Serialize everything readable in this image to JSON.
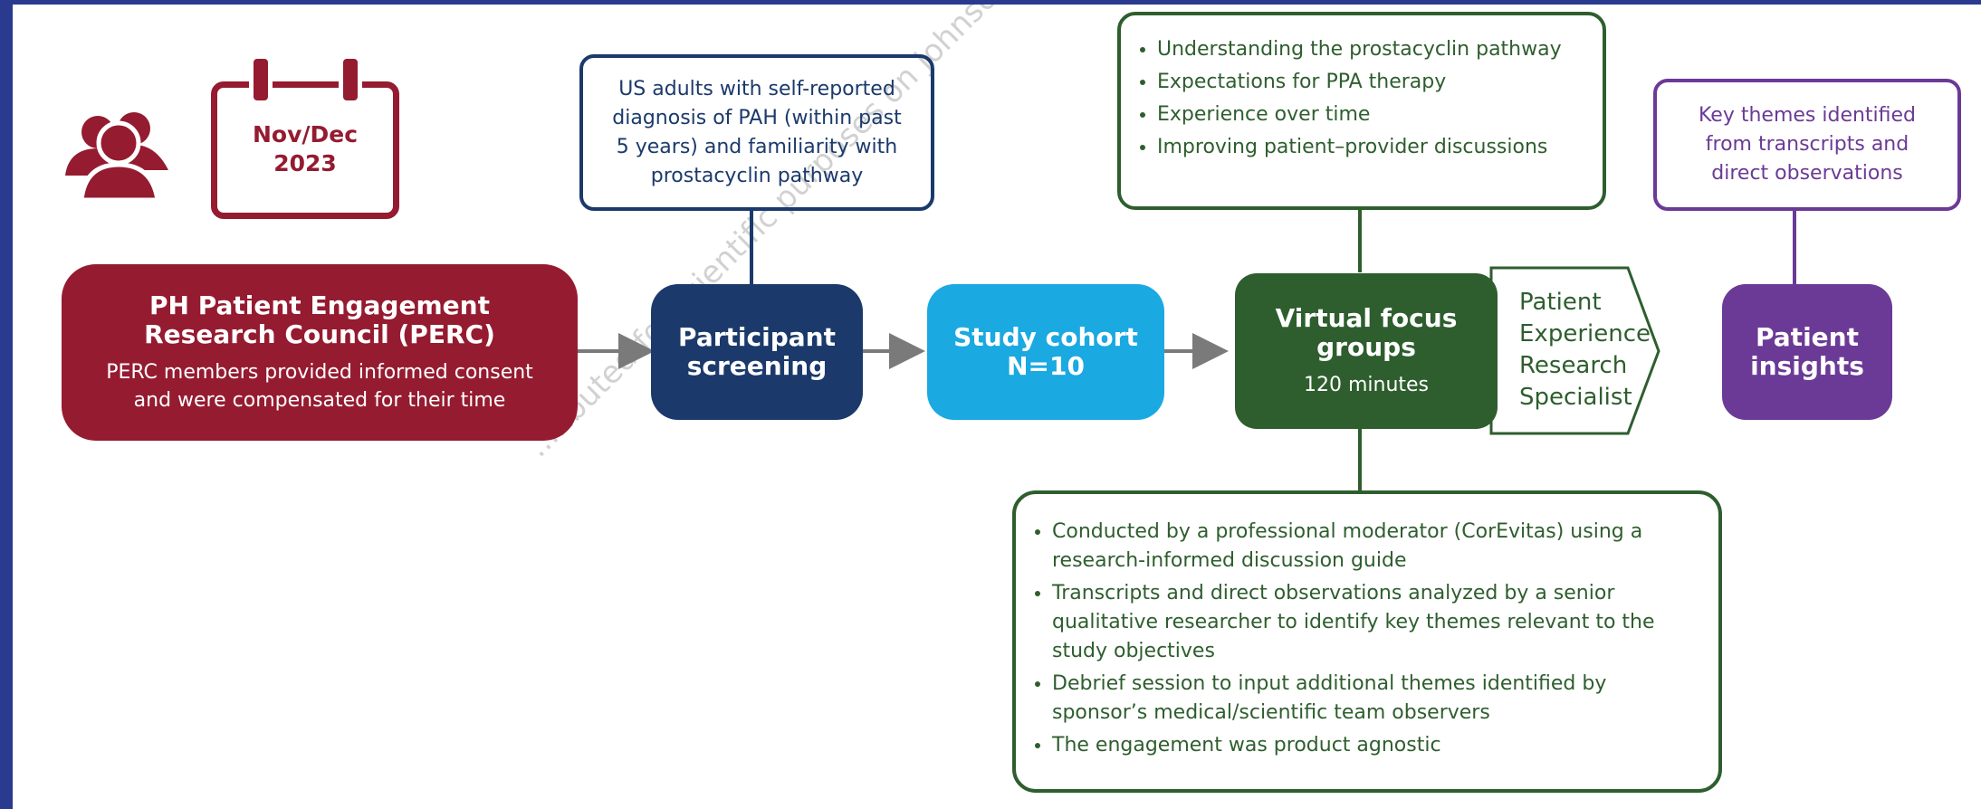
{
  "date": {
    "label": "Nov/Dec\n2023"
  },
  "perc": {
    "title": "PH Patient Engagement Research Council (PERC)",
    "subtitle": "PERC members provided informed consent and were compensated for their time"
  },
  "screening": {
    "title": "Participant screening",
    "criteria": "US adults with self-reported diagnosis of PAH (within past 5 years) and familiarity with prostacyclin pathway"
  },
  "cohort": {
    "title": "Study cohort",
    "n": "N=10"
  },
  "focus_groups": {
    "title": "Virtual focus groups",
    "duration": "120 minutes",
    "topics": [
      "Understanding the prostacyclin pathway",
      "Expectations for PPA therapy",
      "Experience over time",
      "Improving patient–provider discussions"
    ],
    "methods": [
      "Conducted by a professional moderator (CorEvitas) using a research-informed discussion guide",
      "Transcripts and direct observations analyzed by a senior qualitative researcher to identify key themes relevant to the study objectives",
      "Debrief session to input additional themes identified by sponsor’s medical/scientific team observers",
      "The engagement was product agnostic"
    ]
  },
  "specialist": {
    "label": "Patient Experience Research Specialist"
  },
  "insights": {
    "title": "Patient insights",
    "note": "Key themes identified from transcripts and direct observations"
  },
  "watermark": "...ributed for scientific purposes on Johnson and Johnson Innovative Medicine, and ...",
  "colors": {
    "frame": "#2a3a8f",
    "perc_red": "#951b30",
    "screening_navy": "#1b3a6b",
    "cohort_blue": "#1aa9e1",
    "focus_green": "#2e5e2e",
    "insights_purple": "#6b3a96"
  },
  "icons": [
    "people-icon",
    "calendar-icon"
  ]
}
